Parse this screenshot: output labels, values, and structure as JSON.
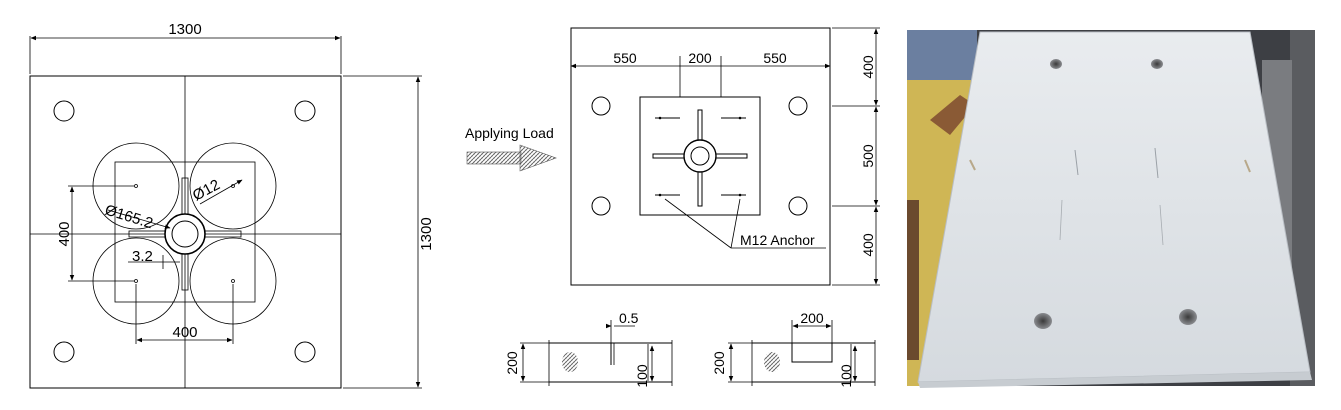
{
  "left_plan": {
    "top_width_dim": "1300",
    "right_height_dim": "1300",
    "anchor_spacing_v": "400",
    "anchor_spacing_h": "400",
    "diameter_large": "Ø165.2",
    "diameter_small": "Ø12",
    "slot_width": "3.2"
  },
  "arrow_label": "Applying Load",
  "middle_plan": {
    "top_dim_left": "550",
    "top_dim_center": "200",
    "top_dim_right": "550",
    "right_dim_top": "400",
    "right_dim_middle": "500",
    "right_dim_bottom": "400",
    "anchor_label": "M12 Anchor"
  },
  "section_left": {
    "gap_dim": "0.5",
    "height_dim": "200",
    "depth_dim": "100"
  },
  "section_right": {
    "width_dim": "200",
    "height_dim": "200",
    "depth_dim": "100"
  },
  "colors": {
    "line": "#000000",
    "photo_background": "#3d3f44",
    "slab": "#e7ebee",
    "yellow_surface": "#d9c05a"
  }
}
